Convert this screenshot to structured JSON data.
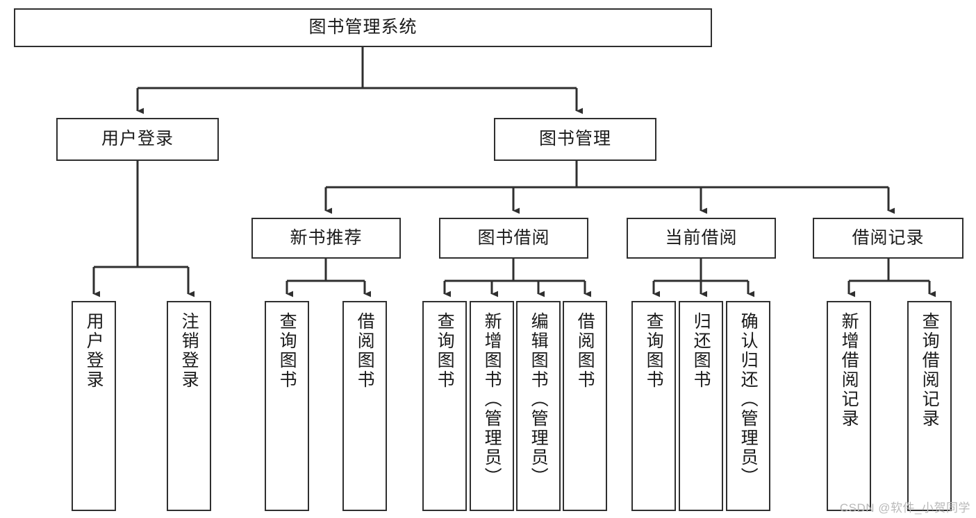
{
  "diagram": {
    "title": "图书管理系统",
    "type": "tree-hierarchy-chart",
    "watermark": "CSDN @软件_小贺同学",
    "colors": {
      "stroke": "#2f2f2f",
      "fill": "#ffffff",
      "text": "#1a1a1a",
      "watermark": "#b9b9b9"
    },
    "root": {
      "label": "图书管理系统"
    },
    "level2": [
      {
        "id": "user-login",
        "label": "用户登录"
      },
      {
        "id": "book-manage",
        "label": "图书管理"
      }
    ],
    "level3": [
      {
        "id": "new-book-recommend",
        "label": "新书推荐"
      },
      {
        "id": "book-borrow",
        "label": "图书借阅"
      },
      {
        "id": "current-borrow",
        "label": "当前借阅"
      },
      {
        "id": "borrow-record",
        "label": "借阅记录"
      }
    ],
    "leaves": {
      "user-login": [
        {
          "id": "leaf-user-login",
          "label": "用户登录"
        },
        {
          "id": "leaf-user-logout",
          "label": "注销登录"
        }
      ],
      "new-book-recommend": [
        {
          "id": "leaf-query-book-1",
          "label": "查询图书"
        },
        {
          "id": "leaf-borrow-book-1",
          "label": "借阅图书"
        }
      ],
      "book-borrow": [
        {
          "id": "leaf-query-book-2",
          "label": "查询图书"
        },
        {
          "id": "leaf-add-book",
          "label": "新增图书（管理员）"
        },
        {
          "id": "leaf-edit-book",
          "label": "编辑图书（管理员）"
        },
        {
          "id": "leaf-borrow-book-2",
          "label": "借阅图书"
        }
      ],
      "current-borrow": [
        {
          "id": "leaf-query-book-3",
          "label": "查询图书"
        },
        {
          "id": "leaf-return-book",
          "label": "归还图书"
        },
        {
          "id": "leaf-confirm-return",
          "label": "确认归还（管理员）"
        }
      ],
      "borrow-record": [
        {
          "id": "leaf-add-record",
          "label": "新增借阅记录"
        },
        {
          "id": "leaf-query-record",
          "label": "查询借阅记录"
        }
      ]
    }
  }
}
